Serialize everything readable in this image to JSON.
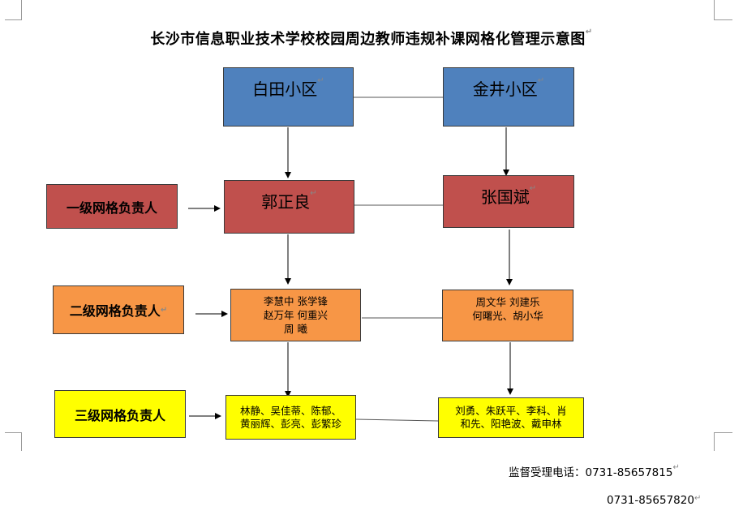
{
  "title": "长沙市信息职业技术学校校园周边教师违规补课网格化管理示意图",
  "colors": {
    "community_box": "#4f81bd",
    "level1_box": "#c0504d",
    "level2_box": "#f79646",
    "level3_box": "#ffff00",
    "lines": "#000000"
  },
  "communities": {
    "left": "白田小区",
    "right": "金井小区"
  },
  "level_labels": {
    "level1": "一级网格负责人",
    "level2": "二级网格负责人",
    "level3": "三级网格负责人"
  },
  "level1": {
    "left": "郭正良",
    "right": "张国斌"
  },
  "level2": {
    "left_lines": [
      "李慧中  张学锋",
      "赵万年  何重兴",
      "周    曦"
    ],
    "right_lines": [
      "周文华  刘建乐",
      "何曙光、胡小华"
    ]
  },
  "level3": {
    "left_lines": [
      "林静、吴佳蒂、陈郁、",
      "黄丽辉、彭亮、彭繁珍"
    ],
    "right_lines": [
      "刘勇、朱跃平、李科、肖",
      "和先、阳艳波、戴申林"
    ]
  },
  "footer": {
    "hotline_label": "监督受理电话：",
    "phone1": "0731-85657815",
    "phone2": "0731-85657820"
  }
}
